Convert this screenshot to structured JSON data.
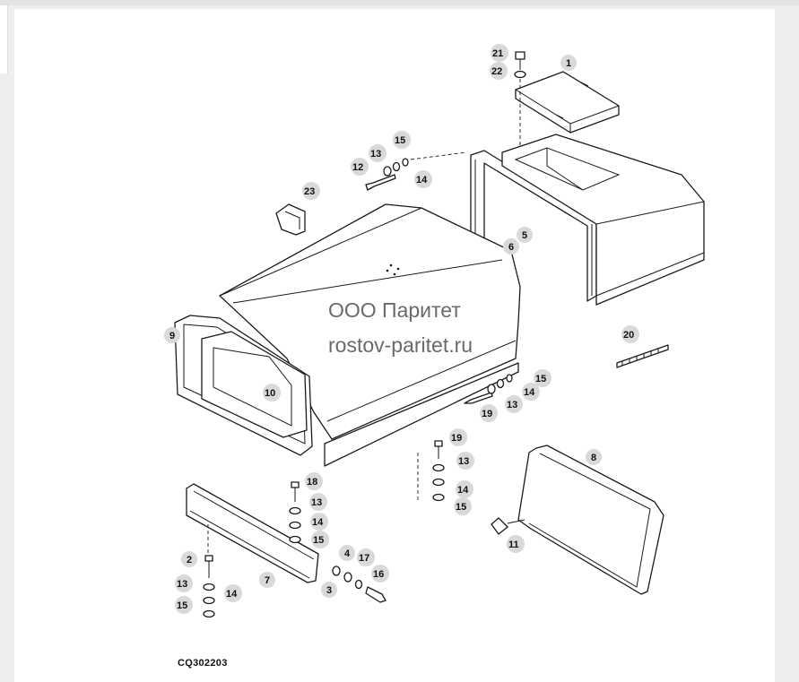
{
  "watermark": {
    "line1": "ООО Паритет",
    "line2": "rostov-paritet.ru"
  },
  "drawing_code": "CQ302203",
  "callouts": [
    {
      "id": "c21",
      "label": "21"
    },
    {
      "id": "c22",
      "label": "22"
    },
    {
      "id": "c1",
      "label": "1"
    },
    {
      "id": "c13a",
      "label": "13"
    },
    {
      "id": "c15a",
      "label": "15"
    },
    {
      "id": "c12",
      "label": "12"
    },
    {
      "id": "c14a",
      "label": "14"
    },
    {
      "id": "c23",
      "label": "23"
    },
    {
      "id": "c5",
      "label": "5"
    },
    {
      "id": "c6",
      "label": "6"
    },
    {
      "id": "c9",
      "label": "9"
    },
    {
      "id": "c10",
      "label": "10"
    },
    {
      "id": "c20",
      "label": "20"
    },
    {
      "id": "c15b",
      "label": "15"
    },
    {
      "id": "c14b",
      "label": "14"
    },
    {
      "id": "c13b",
      "label": "13"
    },
    {
      "id": "c19a",
      "label": "19"
    },
    {
      "id": "c19b",
      "label": "19"
    },
    {
      "id": "c13c",
      "label": "13"
    },
    {
      "id": "c14c",
      "label": "14"
    },
    {
      "id": "c15c",
      "label": "15"
    },
    {
      "id": "c8",
      "label": "8"
    },
    {
      "id": "c18",
      "label": "18"
    },
    {
      "id": "c13d",
      "label": "13"
    },
    {
      "id": "c14d",
      "label": "14"
    },
    {
      "id": "c15d",
      "label": "15"
    },
    {
      "id": "c11",
      "label": "11"
    },
    {
      "id": "c4",
      "label": "4"
    },
    {
      "id": "c17",
      "label": "17"
    },
    {
      "id": "c16",
      "label": "16"
    },
    {
      "id": "c3",
      "label": "3"
    },
    {
      "id": "c2",
      "label": "2"
    },
    {
      "id": "c7",
      "label": "7"
    },
    {
      "id": "c13e",
      "label": "13"
    },
    {
      "id": "c14e",
      "label": "14"
    },
    {
      "id": "c15e",
      "label": "15"
    }
  ]
}
